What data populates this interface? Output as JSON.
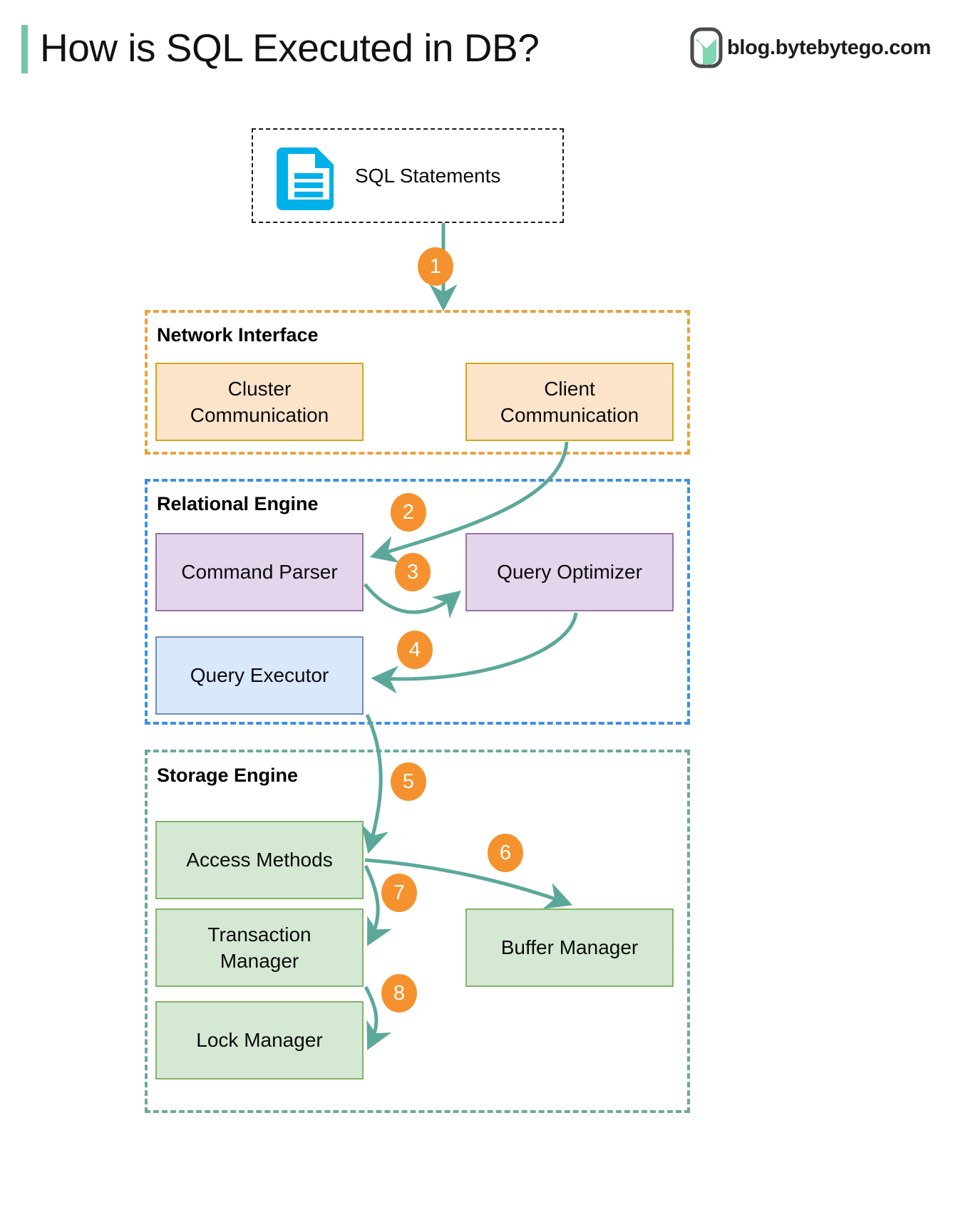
{
  "header": {
    "title": "How is SQL Executed in DB?",
    "brand_text": "blog.bytebytego.com",
    "accent_bar_color": "#73C6A4",
    "logo_icon": "bytebytego-logo-icon"
  },
  "diagram": {
    "input": {
      "label": "SQL Statements",
      "icon": "document-icon",
      "icon_color": "#00B0E8"
    },
    "groups": [
      {
        "id": "network-interface",
        "label": "Network Interface",
        "border_color": "#E8A33D",
        "nodes": [
          {
            "id": "cluster-communication",
            "label": "Cluster\nCommunication",
            "fill": "#FCE4CB",
            "stroke": "#D6A41A"
          },
          {
            "id": "client-communication",
            "label": "Client\nCommunication",
            "fill": "#FCE4CB",
            "stroke": "#D6A41A"
          }
        ]
      },
      {
        "id": "relational-engine",
        "label": "Relational Engine",
        "border_color": "#3D90E3",
        "nodes": [
          {
            "id": "command-parser",
            "label": "Command Parser",
            "fill": "#E3D5EC",
            "stroke": "#9673A6"
          },
          {
            "id": "query-optimizer",
            "label": "Query Optimizer",
            "fill": "#E3D5EC",
            "stroke": "#9673A6"
          },
          {
            "id": "query-executor",
            "label": "Query Executor",
            "fill": "#DAE8FC",
            "stroke": "#6C8EBF"
          }
        ]
      },
      {
        "id": "storage-engine",
        "label": "Storage Engine",
        "border_color": "#6BAA9A",
        "nodes": [
          {
            "id": "access-methods",
            "label": "Access Methods",
            "fill": "#D5E8D4",
            "stroke": "#82B366"
          },
          {
            "id": "transaction-manager",
            "label": "Transaction\nManager",
            "fill": "#D5E8D4",
            "stroke": "#82B366"
          },
          {
            "id": "lock-manager",
            "label": "Lock Manager",
            "fill": "#D5E8D4",
            "stroke": "#82B366"
          },
          {
            "id": "buffer-manager",
            "label": "Buffer Manager",
            "fill": "#D5E8D4",
            "stroke": "#82B366"
          }
        ]
      }
    ],
    "steps": [
      {
        "n": "1",
        "from": "sql-statements",
        "to": "network-interface"
      },
      {
        "n": "2",
        "from": "client-communication",
        "to": "command-parser"
      },
      {
        "n": "3",
        "from": "command-parser",
        "to": "query-optimizer"
      },
      {
        "n": "4",
        "from": "query-optimizer",
        "to": "query-executor"
      },
      {
        "n": "5",
        "from": "query-executor",
        "to": "access-methods"
      },
      {
        "n": "6",
        "from": "access-methods",
        "to": "buffer-manager"
      },
      {
        "n": "7",
        "from": "access-methods",
        "to": "transaction-manager"
      },
      {
        "n": "8",
        "from": "transaction-manager",
        "to": "lock-manager"
      }
    ],
    "arrow_color": "#5BA89B",
    "badge_color": "#F5922F"
  },
  "node_labels": {
    "cluster_communication_line1": "Cluster",
    "cluster_communication_line2": "Communication",
    "client_communication_line1": "Client",
    "client_communication_line2": "Communication",
    "command_parser": "Command Parser",
    "query_optimizer": "Query Optimizer",
    "query_executor": "Query Executor",
    "access_methods": "Access Methods",
    "transaction_manager_line1": "Transaction",
    "transaction_manager_line2": "Manager",
    "lock_manager": "Lock Manager",
    "buffer_manager": "Buffer Manager",
    "sql_statements": "SQL Statements"
  },
  "group_labels": {
    "network_interface": "Network Interface",
    "relational_engine": "Relational Engine",
    "storage_engine": "Storage Engine"
  },
  "badges": {
    "s1": "1",
    "s2": "2",
    "s3": "3",
    "s4": "4",
    "s5": "5",
    "s6": "6",
    "s7": "7",
    "s8": "8"
  }
}
